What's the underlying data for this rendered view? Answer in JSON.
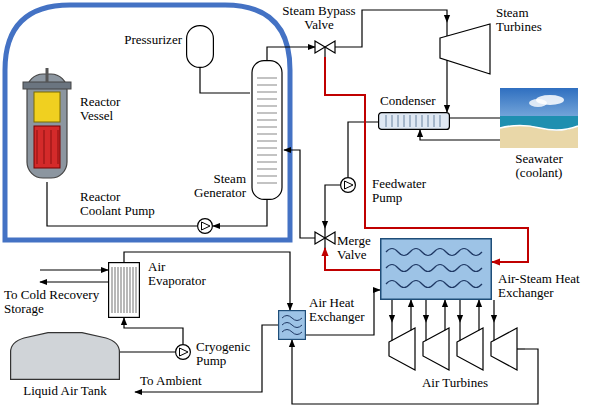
{
  "diagram": {
    "nodes": [
      {
        "text": [
          "Pressurizer"
        ]
      },
      {
        "text": [
          "Reactor Vessel"
        ]
      },
      {
        "text": [
          "Steam Generator"
        ]
      },
      {
        "text": [
          "Reactor Coolant Pump"
        ]
      },
      {
        "text": [
          "Steam Bypass Valve"
        ]
      },
      {
        "text": [
          "Steam Turbines"
        ]
      },
      {
        "text": [
          "Condenser"
        ]
      },
      {
        "text": [
          "Seawater (coolant)"
        ]
      },
      {
        "text": [
          "Feedwater Pump"
        ]
      },
      {
        "text": [
          "Merge Valve"
        ]
      },
      {
        "text": [
          "Air Evaporator"
        ]
      },
      {
        "text": [
          "Air Heat Exchanger"
        ]
      },
      {
        "text": [
          "Air-Steam Heat Exchanger"
        ]
      },
      {
        "text": [
          "Cryogenic Pump"
        ]
      },
      {
        "text": [
          "Liquid Air Tank"
        ]
      },
      {
        "text": [
          "Air Turbines"
        ]
      }
    ],
    "edges": [
      {
        "from": 0,
        "to": 2,
        "arrow": "none"
      },
      {
        "from": 2,
        "to": 3,
        "arrow": "to"
      },
      {
        "from": 3,
        "to": 1,
        "arrow": "none"
      },
      {
        "from": 2,
        "to": 4,
        "arrow": "to"
      },
      {
        "from": 4,
        "to": 5,
        "arrow": "to"
      },
      {
        "from": 5,
        "to": 6,
        "arrow": "to"
      },
      {
        "from": 6,
        "to": 7,
        "arrow": "none"
      },
      {
        "from": 7,
        "to": 6,
        "arrow": "to"
      },
      {
        "from": 6,
        "to": 8,
        "arrow": "none"
      },
      {
        "from": 8,
        "to": 9,
        "arrow": "to"
      },
      {
        "from": 9,
        "to": 2,
        "arrow": "to"
      },
      {
        "from": 4,
        "to": 12,
        "arrow": "to"
      },
      {
        "from": 12,
        "to": 9,
        "arrow": "to"
      },
      {
        "from": 14,
        "to": 13,
        "arrow": "none"
      },
      {
        "from": 13,
        "to": 10,
        "arrow": "to"
      },
      {
        "from": 10,
        "to": 11,
        "arrow": "to"
      },
      {
        "from": 11,
        "to": 12,
        "arrow": "to"
      },
      {
        "from": 12,
        "to": 15,
        "arrow": "to"
      },
      {
        "from": 15,
        "to": 11,
        "arrow": "to"
      }
    ],
    "labels": [
      "To Cold Recovery Storage",
      "To Ambient"
    ]
  }
}
